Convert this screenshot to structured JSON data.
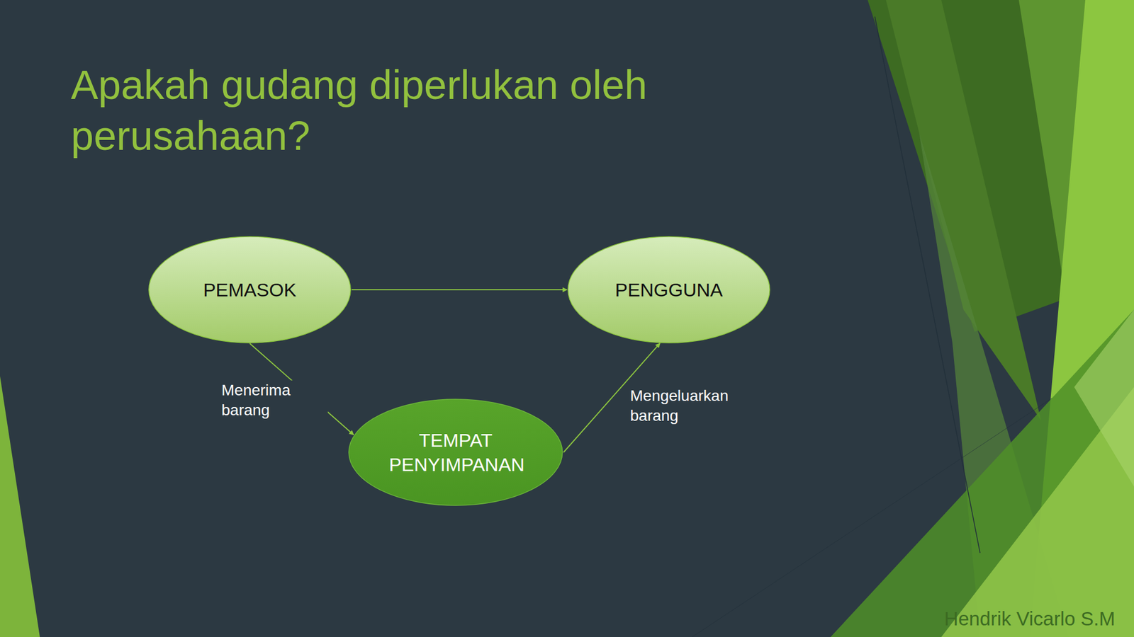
{
  "diagram": {
    "title": "Apakah gudang diperlukan oleh perusahaan?",
    "nodes": [
      {
        "text": [
          "PEMASOK"
        ]
      },
      {
        "text": [
          "PENGGUNA"
        ]
      },
      {
        "text": [
          "TEMPAT PENYIMPANAN"
        ]
      }
    ],
    "edges": [
      {
        "from": 0,
        "to": 1,
        "arrow": "to"
      },
      {
        "from": 0,
        "to": 2,
        "label": "Menerima barang",
        "arrow": "to"
      },
      {
        "from": 2,
        "to": 1,
        "label": "Mengeluarkan barang",
        "arrow": "to"
      }
    ],
    "labels": [
      "Hendrik Vicarlo S.M"
    ]
  }
}
